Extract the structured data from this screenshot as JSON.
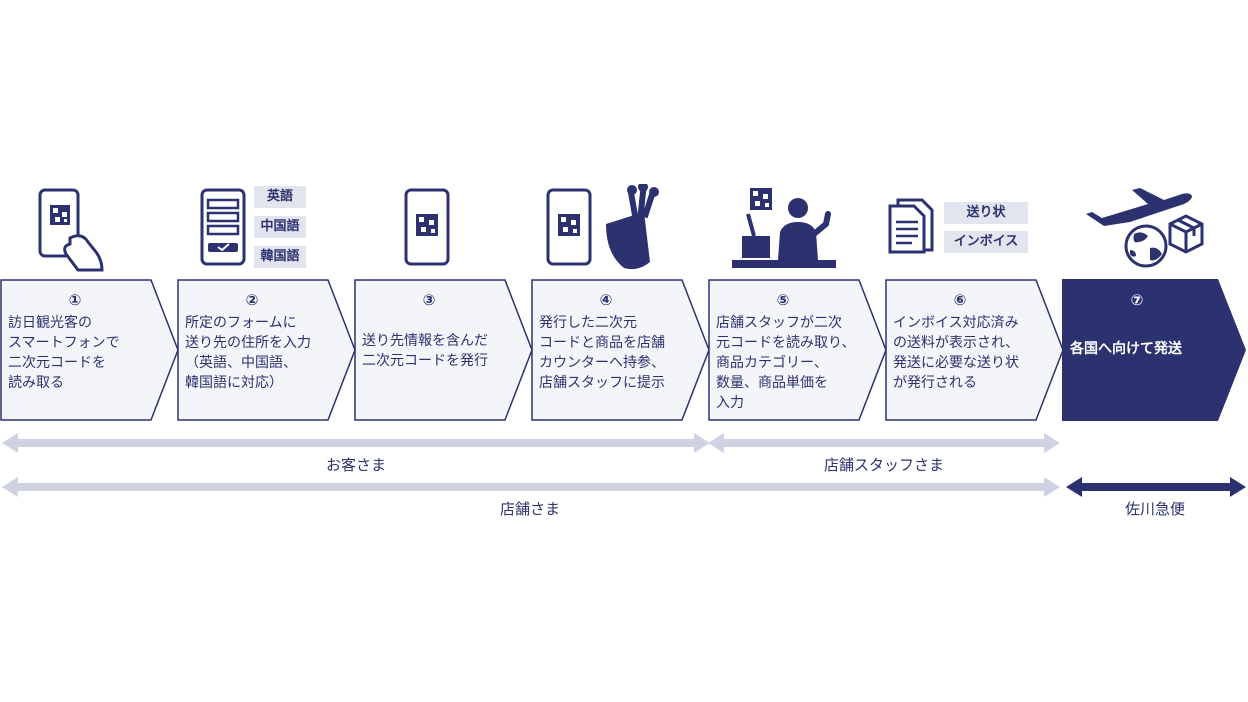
{
  "colors": {
    "navy": "#2c3270",
    "light_box": "#f4f5f9",
    "tag_bg": "#e2e4ee",
    "arrow_light": "#cfd2e3"
  },
  "icons": {
    "step1": "phone-qr-hand-icon",
    "step2": "phone-form-icon",
    "step3": "phone-qr-icon",
    "step4": "phone-qr-golfbag-icon",
    "step5": "staff-counter-icon",
    "step6": "document-icon",
    "step7": "airplane-globe-box-icon"
  },
  "language_tags": [
    "英語",
    "中国語",
    "韓国語"
  ],
  "document_tags": [
    "送り状",
    "インボイス"
  ],
  "steps": [
    {
      "num": "①",
      "lines": [
        "訪日観光客の",
        "スマートフォンで",
        "二次元コードを",
        "読み取る"
      ]
    },
    {
      "num": "②",
      "lines": [
        "所定のフォームに",
        "送り先の住所を入力",
        "（英語、中国語、",
        "韓国語に対応）"
      ]
    },
    {
      "num": "③",
      "lines": [
        "送り先情報を含んだ",
        "二次元コードを発行"
      ]
    },
    {
      "num": "④",
      "lines": [
        "発行した二次元",
        "コードと商品を店舗",
        "カウンターへ持参、",
        "店舗スタッフに提示"
      ]
    },
    {
      "num": "⑤",
      "lines": [
        "店舗スタッフが二次",
        "元コードを読み取り、",
        "商品カテゴリー、",
        "数量、商品単価を",
        "入力"
      ]
    },
    {
      "num": "⑥",
      "lines": [
        "インボイス対応済み",
        "の送料が表示され、",
        "発送に必要な送り状",
        "が発行される"
      ]
    },
    {
      "num": "⑦",
      "lines": [
        "各国へ向けて発送"
      ]
    }
  ],
  "ranges": {
    "customer": "お客さま",
    "staff": "店舗スタッフさま",
    "store": "店舗さま",
    "sagawa": "佐川急便"
  }
}
